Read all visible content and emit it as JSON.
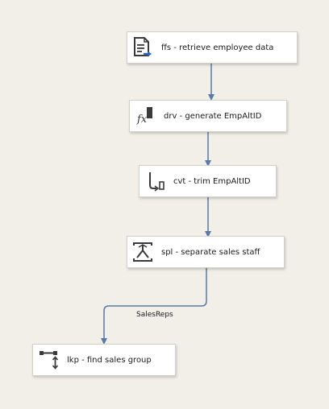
{
  "tasks": {
    "ffs": {
      "label": "ffs - retrieve employee data",
      "icon": "flat-file-source-icon"
    },
    "drv": {
      "label": "drv - generate EmpAltID",
      "icon": "derived-column-icon"
    },
    "cvt": {
      "label": "cvt - trim EmpAltID",
      "icon": "data-conversion-icon"
    },
    "spl": {
      "label": "spl - separate sales staff",
      "icon": "conditional-split-icon"
    },
    "lkp": {
      "label": "lkp - find sales group",
      "icon": "lookup-icon"
    }
  },
  "paths": [
    {
      "from": "ffs",
      "to": "drv",
      "label": ""
    },
    {
      "from": "drv",
      "to": "cvt",
      "label": ""
    },
    {
      "from": "cvt",
      "to": "spl",
      "label": ""
    },
    {
      "from": "spl",
      "to": "lkp",
      "label": "SalesReps"
    }
  ],
  "colors": {
    "background": "#f2efe8",
    "connector": "#5a79a5",
    "box_border": "#d4d0c8",
    "icon": "#3a3a3a",
    "icon_accent": "#2d63b8"
  }
}
